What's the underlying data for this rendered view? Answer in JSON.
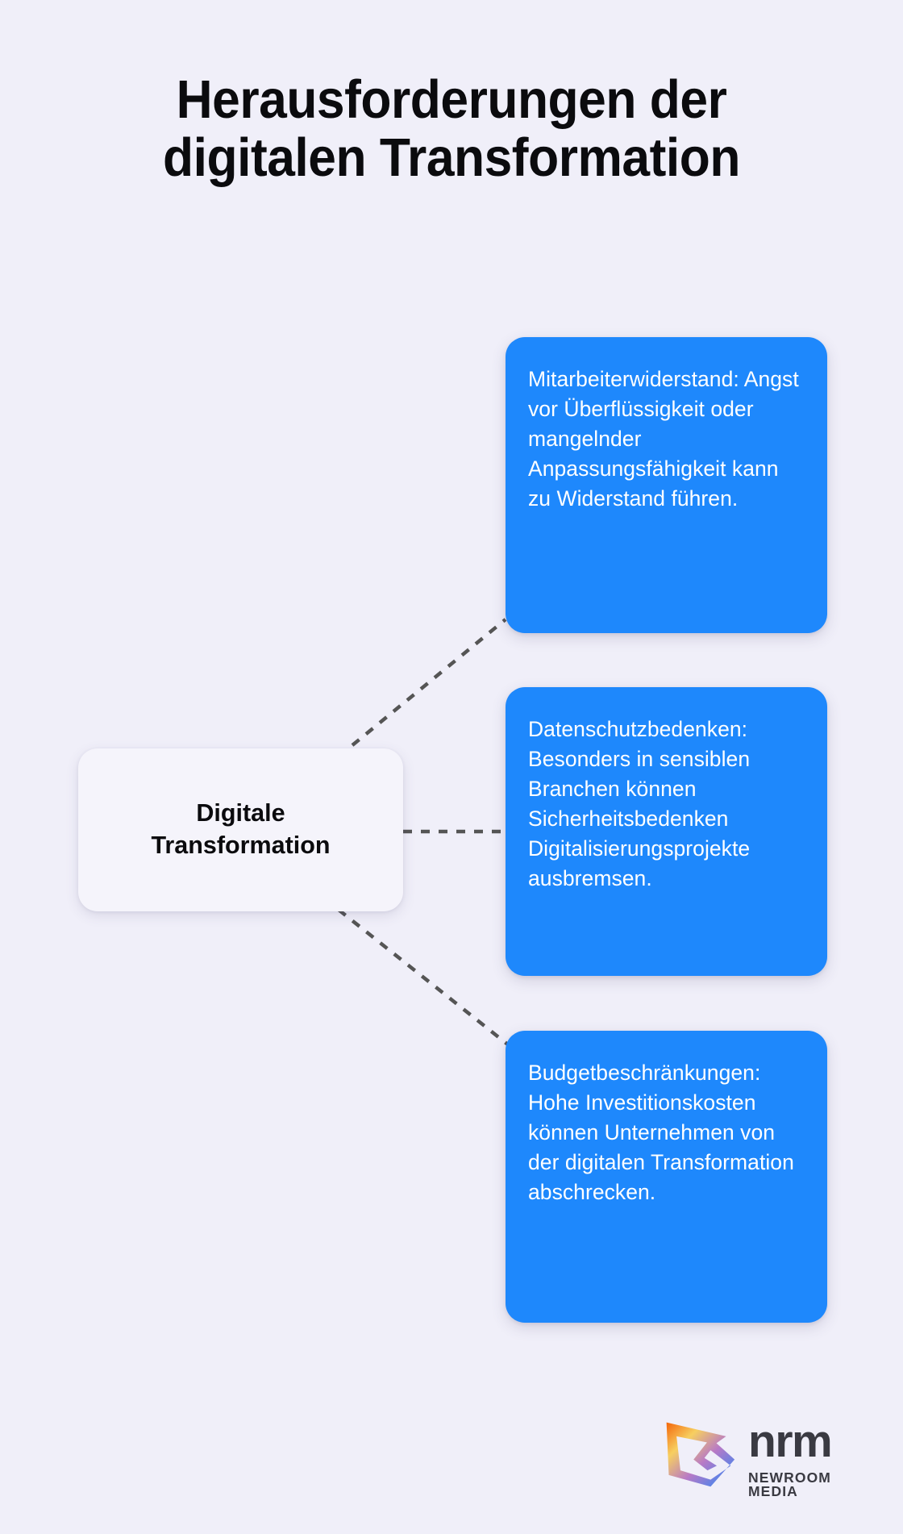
{
  "page": {
    "background_color": "#f0eff9",
    "title": "Herausforderungen der\ndigitalen Transformation"
  },
  "center_node": {
    "label": "Digitale\nTransformation",
    "background_color": "#f5f4fb",
    "text_color": "#0b0b0e"
  },
  "cards": [
    {
      "id": "card-1",
      "text": "Mitarbeiterwiderstand: Angst vor Überflüssigkeit oder mangelnder Anpassungsfähigkeit kann zu Widerstand führen.",
      "background_color": "#1e88fc",
      "text_color": "#ffffff"
    },
    {
      "id": "card-2",
      "text": "Datenschutzbedenken: Besonders in sensiblen Branchen können Sicherheitsbedenken Digitalisierungsprojekte ausbremsen.",
      "background_color": "#1e88fc",
      "text_color": "#ffffff"
    },
    {
      "id": "card-3",
      "text": "Budgetbeschränkungen: Hohe Investitionskosten können Unternehmen von der digitalen Transformation abschrecken.",
      "background_color": "#1e88fc",
      "text_color": "#ffffff"
    }
  ],
  "connectors": {
    "color": "#555555",
    "style": "dashed",
    "count": 3
  },
  "logo": {
    "mark_name": "nrm-gradient-arrow-mark",
    "wordmark": "nrm",
    "tagline": "NEWROOM MEDIA",
    "text_color": "#3a3a42",
    "gradient_colors": [
      "#f4680c",
      "#f7d15a",
      "#a96fbe",
      "#7f86d8",
      "#1e88fc"
    ]
  }
}
